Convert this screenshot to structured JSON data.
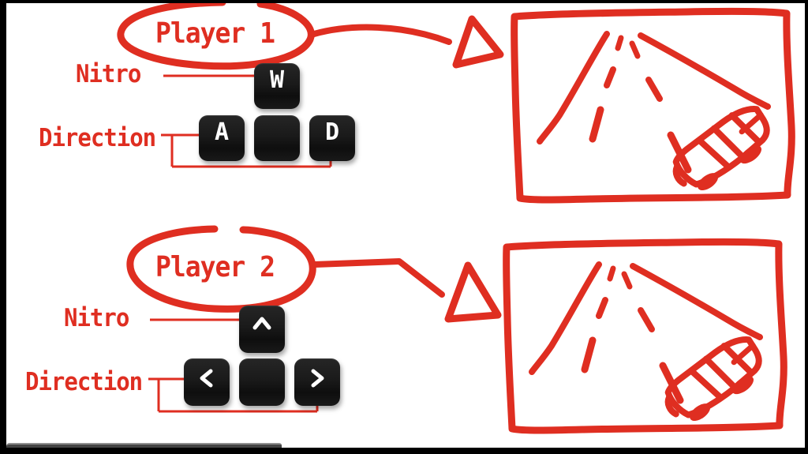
{
  "colors": {
    "annotation_red": "#df2e21",
    "key_black": "#191919",
    "border_black": "#000000",
    "bottom_bar_gray": "#434343"
  },
  "player1": {
    "title": "Player 1",
    "nitro_label": "Nitro",
    "direction_label": "Direction",
    "keys": {
      "nitro": "W",
      "direction_left": "A",
      "middle": "",
      "direction_right": "D"
    }
  },
  "player2": {
    "title": "Player 2",
    "nitro_label": "Nitro",
    "direction_label": "Direction",
    "keys": {
      "nitro_icon": "chevron-up-icon",
      "direction_left_icon": "chevron-left-icon",
      "middle": "",
      "direction_right_icon": "chevron-right-icon"
    }
  },
  "sketches": {
    "player1_target": "road-with-race-car-doodle",
    "player2_target": "road-with-race-car-doodle"
  }
}
